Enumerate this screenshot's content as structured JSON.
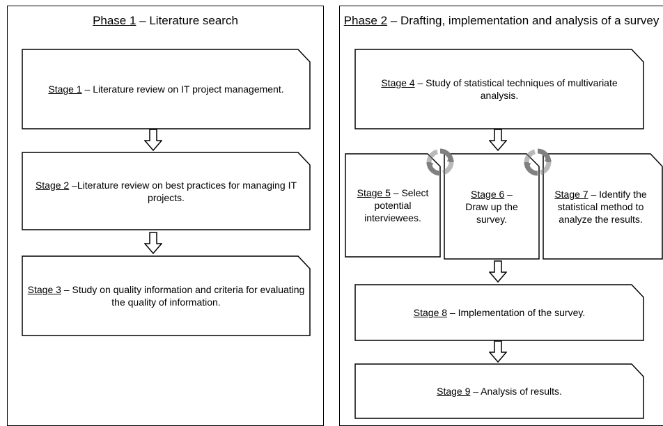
{
  "phase1": {
    "title_link": "Phase 1",
    "title_rest": " – Literature search",
    "stages": [
      {
        "link": "Stage 1",
        "rest": " – Literature review on IT project management."
      },
      {
        "link": "Stage 2",
        "rest": " –Literature review on best practices for managing IT projects."
      },
      {
        "link": "Stage 3",
        "rest": " – Study on quality information and criteria for evaluating the quality of information."
      }
    ]
  },
  "phase2": {
    "title_link": "Phase 2",
    "title_rest": " – Drafting, implementation and analysis of a survey",
    "stages": [
      {
        "link": "Stage 4",
        "rest": " – Study of statistical techniques of multivariate analysis."
      },
      {
        "link": "Stage 5",
        "rest": " – Select potential interviewees."
      },
      {
        "link": "Stage 6",
        "rest": " – Draw up the survey."
      },
      {
        "link": "Stage 7",
        "rest": " – Identify the statistical method to analyze the results."
      },
      {
        "link": "Stage 8",
        "rest": " – Implementation of the survey."
      },
      {
        "link": "Stage 9",
        "rest": " – Analysis of results."
      }
    ]
  },
  "colors": {
    "line": "#000000",
    "cycle_icon": "#808080",
    "background": "#ffffff"
  }
}
